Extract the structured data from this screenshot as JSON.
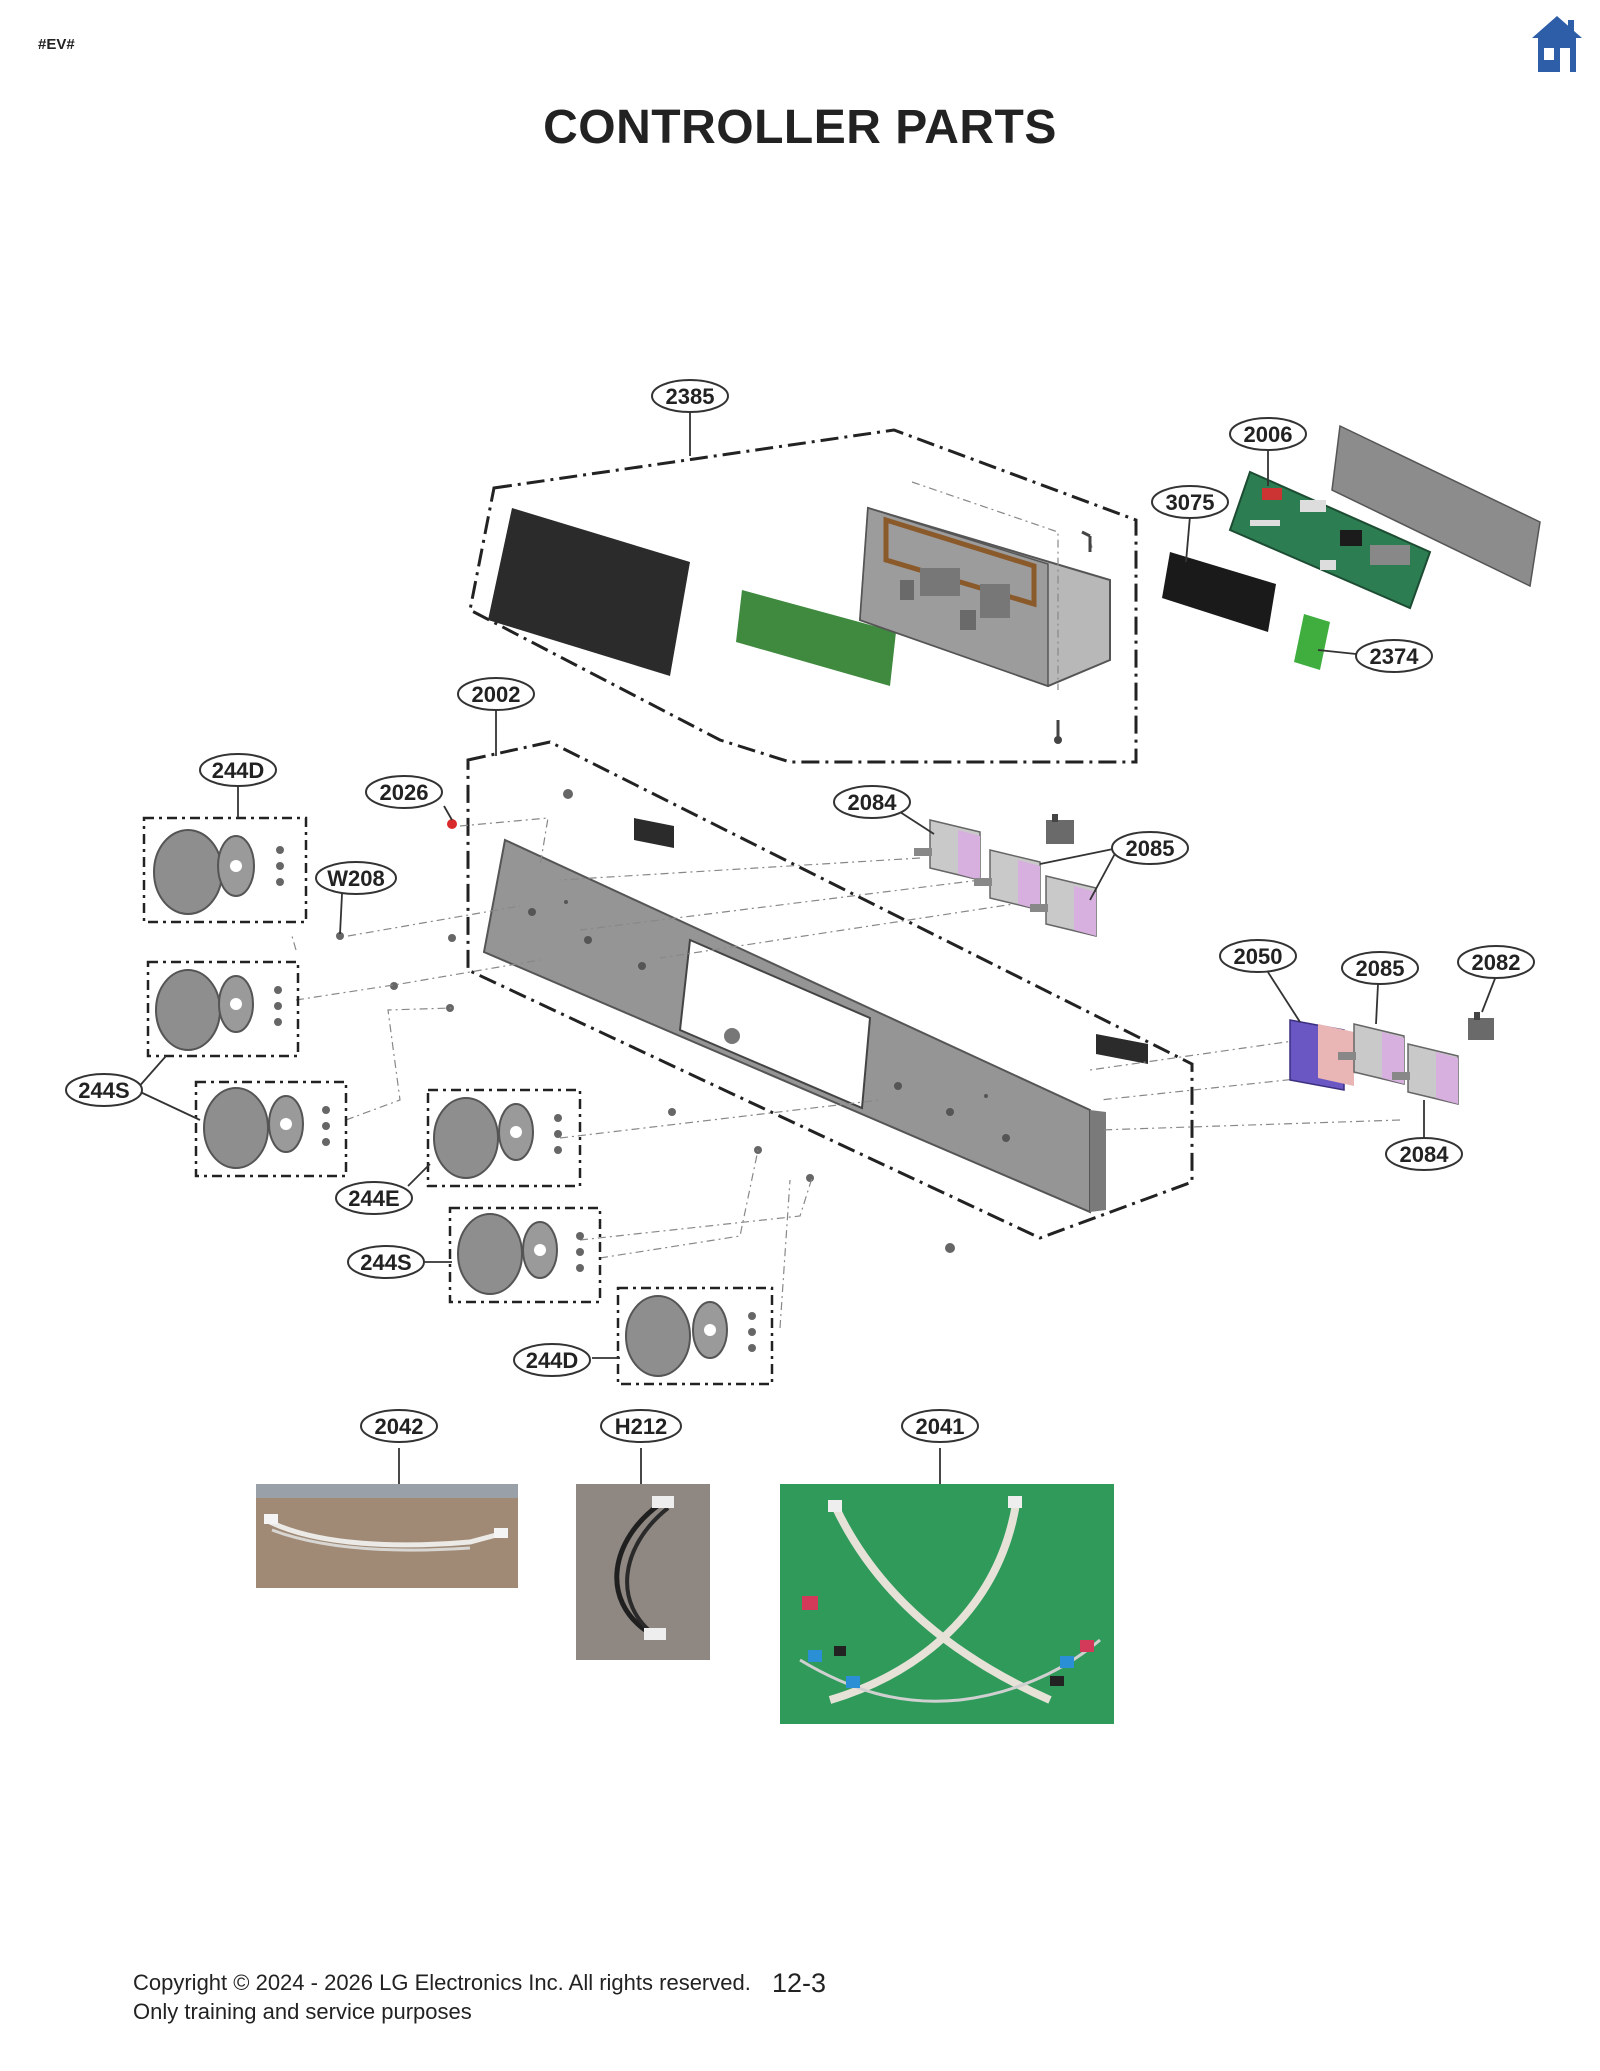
{
  "header": {
    "tag": "#EV#",
    "title": "CONTROLLER PARTS",
    "home_icon": "home-icon",
    "accent_color": "#2f5ea8"
  },
  "part_labels": {
    "p2385": "2385",
    "p2006": "2006",
    "p3075": "3075",
    "p2374": "2374",
    "p2002": "2002",
    "p244D_top": "244D",
    "p2026": "2026",
    "pW208": "W208",
    "p2084_top": "2084",
    "p2085_top": "2085",
    "p2050": "2050",
    "p2085_right": "2085",
    "p2082": "2082",
    "p244S_left": "244S",
    "p2084_bottom": "2084",
    "p244E": "244E",
    "p244S_mid": "244S",
    "p244D_bottom": "244D",
    "p2042": "2042",
    "pH212": "H212",
    "p2041": "2041"
  },
  "footer": {
    "copyright": "Copyright © 2024 - 2026 LG Electronics Inc. All rights reserved.",
    "purpose": "Only training and service purposes",
    "page_number": "12-3"
  }
}
